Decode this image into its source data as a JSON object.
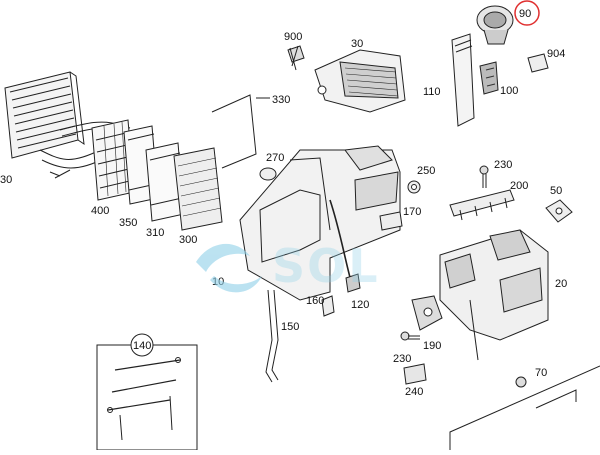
{
  "diagram": {
    "watermark": "SOL",
    "highlight_color": "#e03030",
    "line_color": "#222222",
    "part_numbers": {
      "p30": "30",
      "p30b": "30",
      "p330": "330",
      "p400": "400",
      "p350": "350",
      "p310": "310",
      "p300": "300",
      "p900": "900",
      "p110": "110",
      "p100": "100",
      "p90": "90",
      "p904": "904",
      "p270": "270",
      "p250": "250",
      "p170": "170",
      "p230a": "230",
      "p200": "200",
      "p50": "50",
      "p10": "10",
      "p160": "160",
      "p120": "120",
      "p150": "150",
      "p20": "20",
      "p140": "140",
      "p190": "190",
      "p230b": "230",
      "p70": "70",
      "p240": "240"
    }
  }
}
